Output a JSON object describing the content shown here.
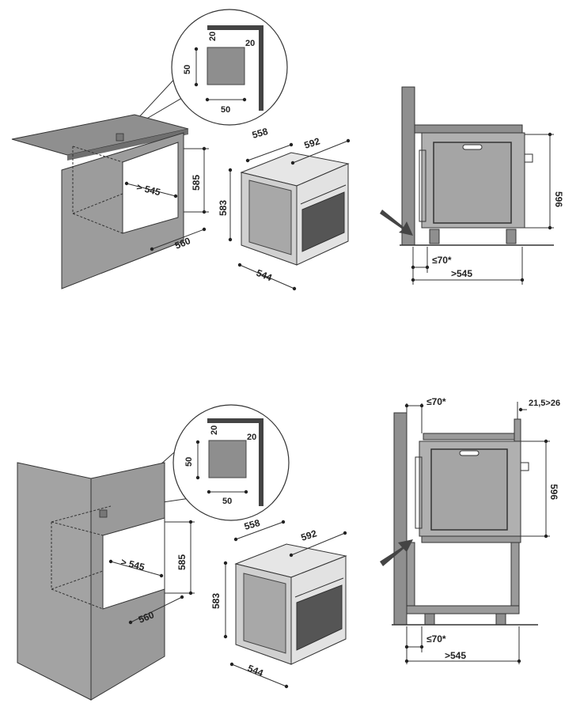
{
  "colors": {
    "cabinet": "#9a9a9a",
    "cabinet_dark": "#7e7e7e",
    "oven_body": "#d6d6d6",
    "panel": "#a7a7a7",
    "pillar": "#8f8f8f",
    "line": "#333333",
    "arrow": "#444444"
  },
  "top": {
    "detail": {
      "dim_top": "20",
      "dim_side": "20",
      "dim_height": "50",
      "dim_width": "50"
    },
    "cabinet": {
      "depth": "> 545",
      "height": "585",
      "width": "560"
    },
    "oven": {
      "depth": "558",
      "width": "592",
      "height": "583",
      "front_width": "544"
    },
    "side": {
      "height": "596",
      "gap": "≤70*",
      "min_depth": ">545"
    }
  },
  "bottom": {
    "detail": {
      "dim_top": "20",
      "dim_side": "20",
      "dim_height": "50",
      "dim_width": "50"
    },
    "cabinet": {
      "depth": "> 545",
      "height": "585",
      "width": "560"
    },
    "oven": {
      "depth": "558",
      "width": "592",
      "height": "583",
      "front_width": "544"
    },
    "side": {
      "height": "596",
      "gap_top": "≤70*",
      "offset": "21,5>26",
      "gap": "≤70*",
      "min_depth": ">545"
    }
  }
}
